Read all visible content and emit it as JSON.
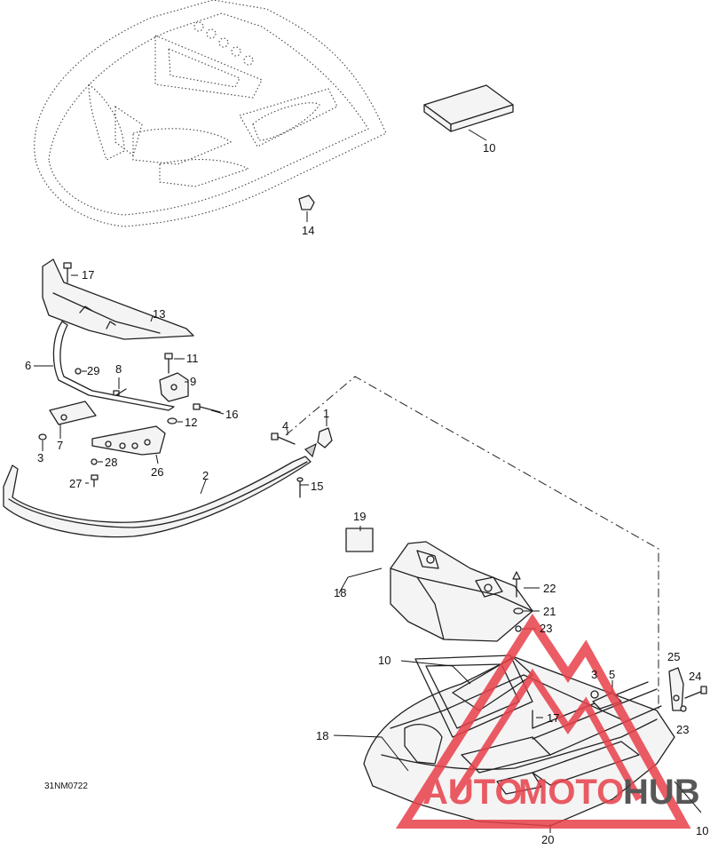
{
  "diagram": {
    "ref_code": "31NM0722",
    "callouts": {
      "c1": "1",
      "c2": "2",
      "c3a": "3",
      "c3b": "3",
      "c4": "4",
      "c5": "5",
      "c6": "6",
      "c7": "7",
      "c8": "8",
      "c9": "9",
      "c10a": "10",
      "c10b": "10",
      "c10c": "10",
      "c11": "11",
      "c12": "12",
      "c13": "13",
      "c14": "14",
      "c15": "15",
      "c16": "16",
      "c17a": "17",
      "c17b": "17",
      "c18a": "18",
      "c18b": "18",
      "c19": "19",
      "c20": "20",
      "c21": "21",
      "c22": "22",
      "c23a": "23",
      "c23b": "23",
      "c24": "24",
      "c25": "25",
      "c26": "26",
      "c27": "27",
      "c28": "28",
      "c29": "29"
    }
  },
  "watermark": {
    "word_auto": "AUTO",
    "word_moto": "MOTO",
    "word_hub": "HUB",
    "colors": {
      "red": "#e8404a",
      "dark": "#3a3a3a"
    }
  }
}
